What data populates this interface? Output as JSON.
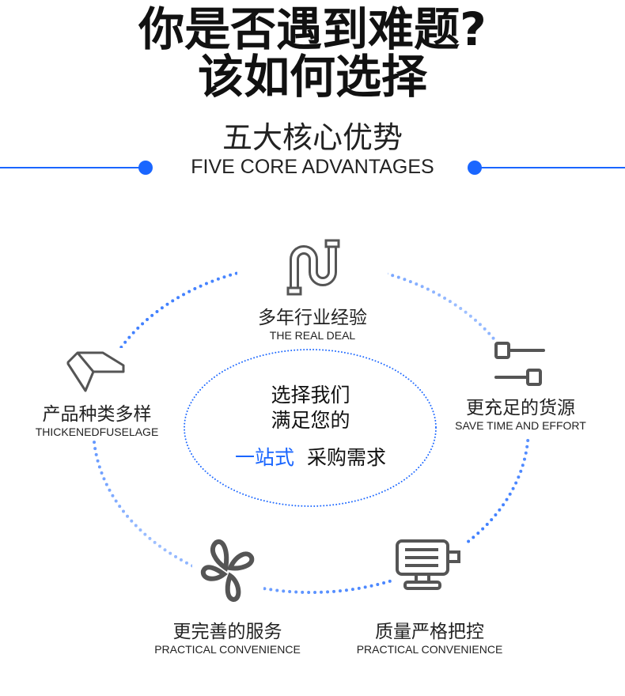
{
  "header": {
    "title_line1": "你是否遇到难题?",
    "title_line2": "该如何选择",
    "subtitle": "五大核心优势",
    "subtitle_en": "FIVE CORE ADVANTAGES"
  },
  "colors": {
    "accent": "#1a66ff",
    "icon": "#555555"
  },
  "items": [
    {
      "cn": "多年行业经验",
      "en": "THE REAL DEAL",
      "icon": "pipe-icon"
    },
    {
      "cn": "更充足的货源",
      "en": "SAVE TIME AND EFFORT",
      "icon": "valve-icon"
    },
    {
      "cn": "质量严格把控",
      "en": "PRACTICAL CONVENIENCE",
      "icon": "motor-icon"
    },
    {
      "cn": "更完善的服务",
      "en": "PRACTICAL CONVENIENCE",
      "icon": "fan-icon"
    },
    {
      "cn": "产品种类多样",
      "en": "THICKENEDFUSELAGE",
      "icon": "angle-steel-icon"
    }
  ],
  "center": {
    "line1": "选择我们",
    "line2": "满足您的",
    "highlight": "一站式",
    "rest": "采购需求"
  }
}
